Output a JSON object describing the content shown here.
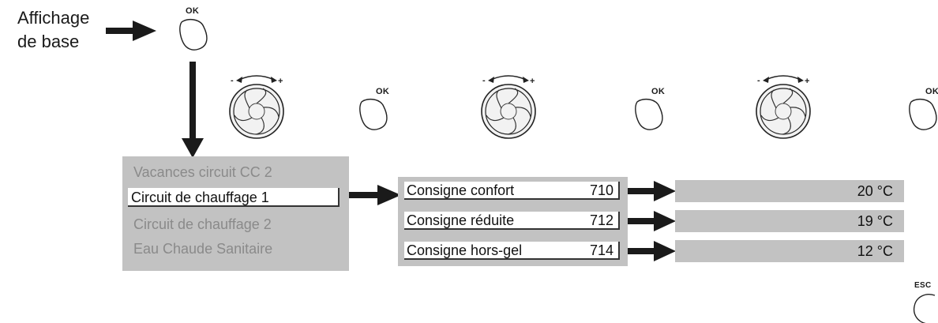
{
  "start": {
    "line1": "Affichage",
    "line2": "de base"
  },
  "buttons": {
    "ok": "OK",
    "esc": "ESC"
  },
  "menu": {
    "items": [
      {
        "label": "Vacances circuit CC 2",
        "selected": false
      },
      {
        "label": "Circuit de chauffage 1",
        "selected": true
      },
      {
        "label": "Circuit de chauffage 2",
        "selected": false
      },
      {
        "label": "Eau Chaude Sanitaire",
        "selected": false
      }
    ]
  },
  "params": [
    {
      "name": "Consigne confort",
      "code": "710",
      "value": "20 °C"
    },
    {
      "name": "Consigne réduite",
      "code": "712",
      "value": "19 °C"
    },
    {
      "name": "Consigne hors-gel",
      "code": "714",
      "value": "12 °C"
    }
  ],
  "colors": {
    "panel": "#c2c2c2",
    "arrow": "#1a1a1a",
    "inactive_text": "#8a8a8a"
  }
}
